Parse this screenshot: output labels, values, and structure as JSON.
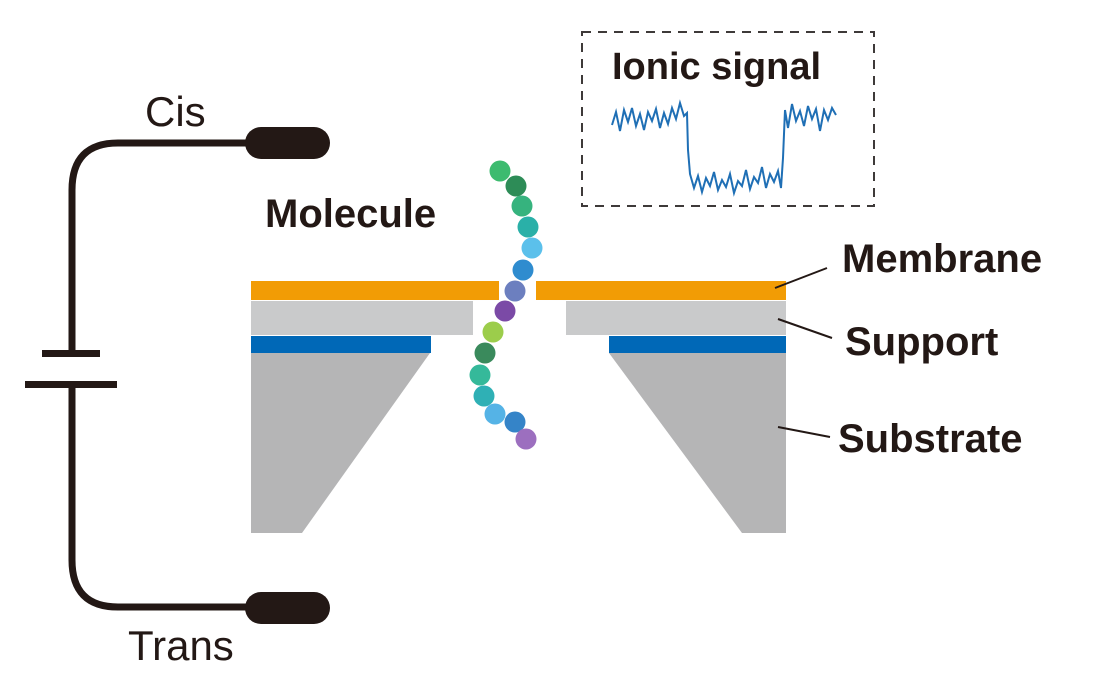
{
  "labels": {
    "cis": "Cis",
    "trans": "Trans",
    "molecule": "Molecule",
    "membrane": "Membrane",
    "support": "Support",
    "substrate": "Substrate",
    "ionic_signal": "Ionic signal"
  },
  "colors": {
    "membrane": "#f29c05",
    "support": "#c9cacb",
    "insulator": "#0068b7",
    "substrate": "#b5b5b6",
    "wire": "#231815",
    "signal": "#1f6fb5",
    "bead_palette": [
      "#3dbb6f",
      "#2d8c57",
      "#36b37e",
      "#2ab0a8",
      "#5bc0eb",
      "#2f8ccf",
      "#6c7fbf",
      "#7b4aa6",
      "#9ccd4b",
      "#3a8a5c",
      "#35b99a",
      "#2fb0b5",
      "#55b3e6",
      "#3584c8",
      "#9c6fbf"
    ]
  },
  "icons": {
    "battery": "battery-symbol-icon",
    "electrode": "electrode-icon",
    "molecule_chain": "molecule-chain-icon",
    "signal_trace": "current-trace-icon"
  }
}
